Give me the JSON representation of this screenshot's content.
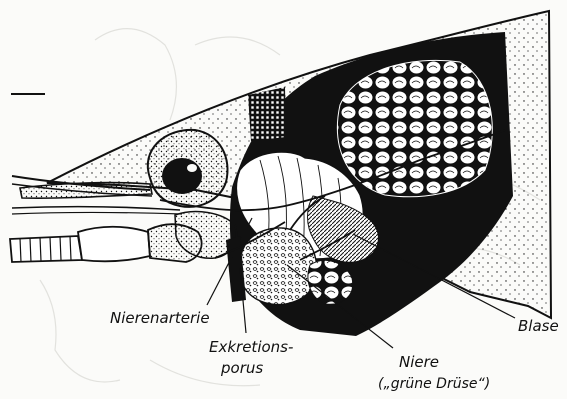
{
  "labels": {
    "renal_artery": "Nierenarterie",
    "excretory_pore_line1": "Exkretions-",
    "excretory_pore_line2": "porus",
    "bladder": "Blase",
    "kidney_line1": "Niere",
    "kidney_line2": "(„grüne Drüse“)"
  },
  "colors": {
    "ink": "#111111",
    "paper": "#fbfbf9",
    "faint_background": "#e4e4e0"
  }
}
